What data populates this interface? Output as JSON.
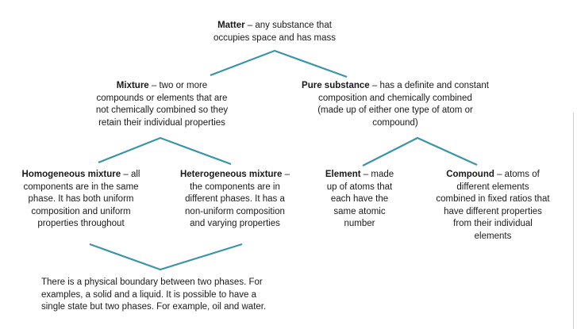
{
  "line_color": "#3a94a6",
  "nodes": {
    "matter": {
      "term": "Matter",
      "line1": " – any substance that",
      "line2": "occupies space and has mass"
    },
    "mixture": {
      "term": "Mixture",
      "line1": " – two or more",
      "line2": "compounds or elements that are",
      "line3": "not chemically combined so they",
      "line4": "retain their individual properties"
    },
    "pure_substance": {
      "term": "Pure substance",
      "line1": " – has a definite and constant",
      "line2": "composition and chemically combined",
      "line3": "(made up of either one type of atom or",
      "line4": "compound)"
    },
    "homogeneous": {
      "term": "Homogeneous mixture",
      "line1": " – all",
      "line2": "components are in the same",
      "line3": "phase. It has both uniform",
      "line4": "composition and uniform",
      "line5": "properties throughout"
    },
    "heterogeneous": {
      "term": "Heterogeneous mixture",
      "line1": " –",
      "line2": "the components are in",
      "line3": "different phases. It has a",
      "line4": "non-uniform composition",
      "line5": "and varying properties"
    },
    "element": {
      "term": "Element",
      "line1": " – made",
      "line2": "up of atoms that",
      "line3": "each have the",
      "line4": "same atomic",
      "line5": "number"
    },
    "compound": {
      "term": "Compound",
      "line1": " – atoms of",
      "line2": "different elements",
      "line3": "combined in fixed ratios that",
      "line4": "have different properties",
      "line5": "from their individual",
      "line6": "elements"
    },
    "note": {
      "line1": "There is a physical boundary between two phases. For",
      "line2": "examples, a solid and a liquid. It is possible to have a",
      "line3": "single state but two phases. For example, oil and water."
    }
  }
}
